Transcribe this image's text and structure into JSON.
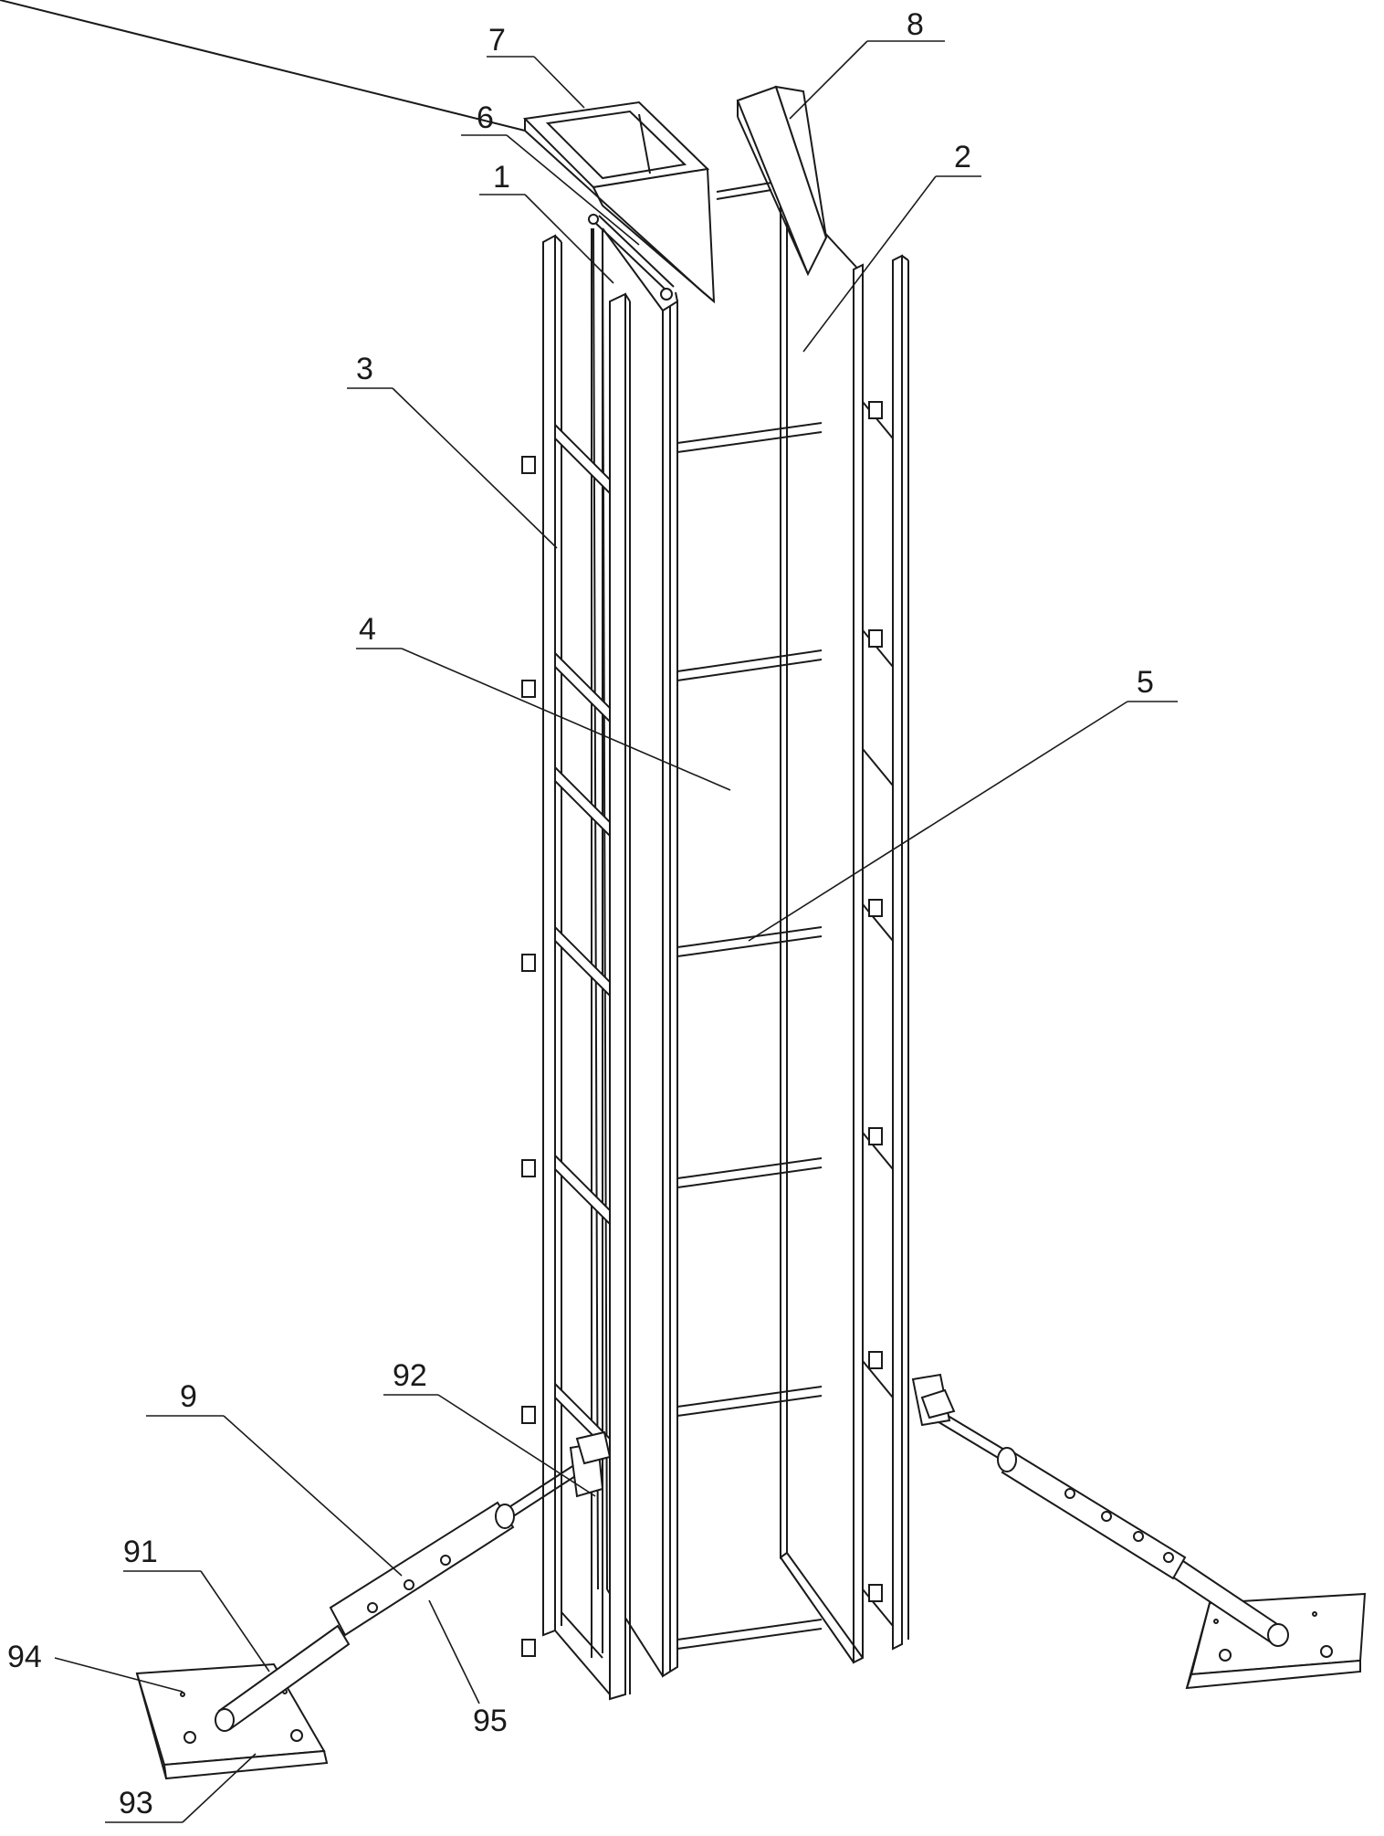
{
  "labels": {
    "l1": "1",
    "l2": "2",
    "l3": "3",
    "l4": "4",
    "l5": "5",
    "l6": "6",
    "l7": "7",
    "l8": "8",
    "l9": "9",
    "l91": "91",
    "l92": "92",
    "l93": "93",
    "l94": "94",
    "l95": "95"
  }
}
